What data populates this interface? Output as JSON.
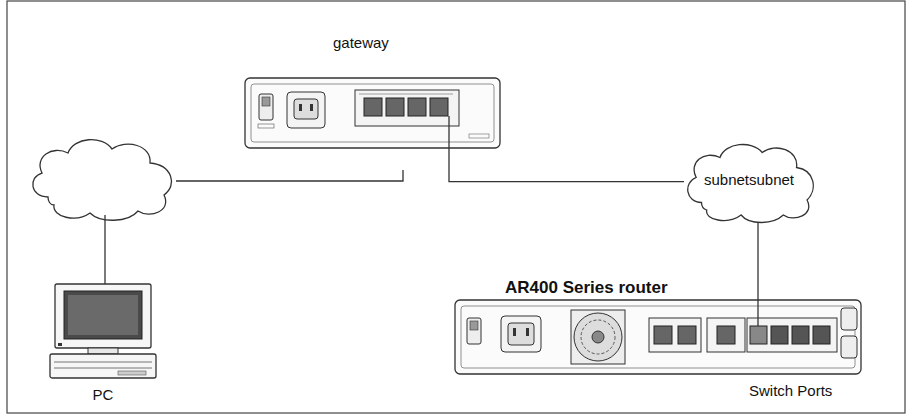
{
  "diagram": {
    "nodes": [
      {
        "text": [
          "gateway"
        ]
      },
      {
        "text": [
          "subnetsubnet"
        ]
      },
      {
        "text": [
          "PC"
        ]
      },
      {
        "text": [
          "AR400 Series router",
          "Switch Ports"
        ]
      }
    ],
    "edges": [
      {
        "from": 0,
        "to": 1,
        "arrow": "none"
      },
      {
        "from": 1,
        "to": 3,
        "arrow": "none"
      }
    ]
  }
}
